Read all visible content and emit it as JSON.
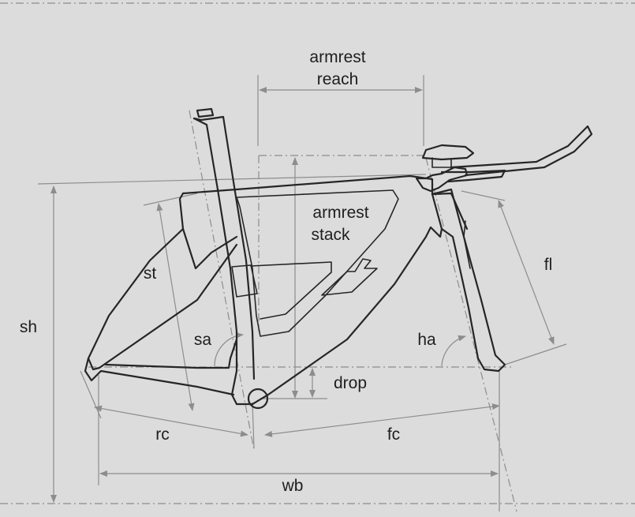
{
  "labels": {
    "armrest_reach_line1": "armrest",
    "armrest_reach_line2": "reach",
    "armrest_stack_line1": "armrest",
    "armrest_stack_line2": "stack",
    "st": "st",
    "sh": "sh",
    "sa": "sa",
    "ha": "ha",
    "fl": "fl",
    "drop": "drop",
    "rc": "rc",
    "fc": "fc",
    "wb": "wb"
  },
  "colors": {
    "background": "#dcdcdc",
    "frame_stroke": "#262626",
    "dimension_line": "#8d8d8d",
    "label_text": "#1e1e1e"
  }
}
